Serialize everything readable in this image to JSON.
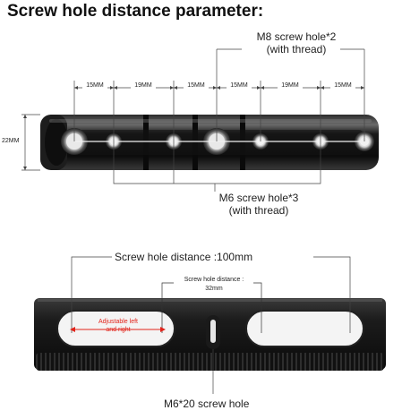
{
  "title": "Screw hole distance parameter:",
  "top_bar": {
    "m8_label_line1": "M8 screw hole*2",
    "m8_label_line2": "(with thread)",
    "m6_label_line1": "M6 screw hole*3",
    "m6_label_line2": "(with thread)",
    "height_label": "22MM",
    "segments": [
      "15MM",
      "19MM",
      "15MM",
      "15MM",
      "19MM",
      "15MM"
    ]
  },
  "bottom_bar": {
    "total_distance": "Screw hole distance :100mm",
    "inner_distance_line1": "Screw hole distance :",
    "inner_distance_line2": "32mm",
    "adjustable_line1": "Adjustable left",
    "adjustable_line2": "and right",
    "m6_hole": "M6*20 screw hole"
  },
  "colors": {
    "metal": "#141414",
    "red_arrow": "#e2231a"
  }
}
